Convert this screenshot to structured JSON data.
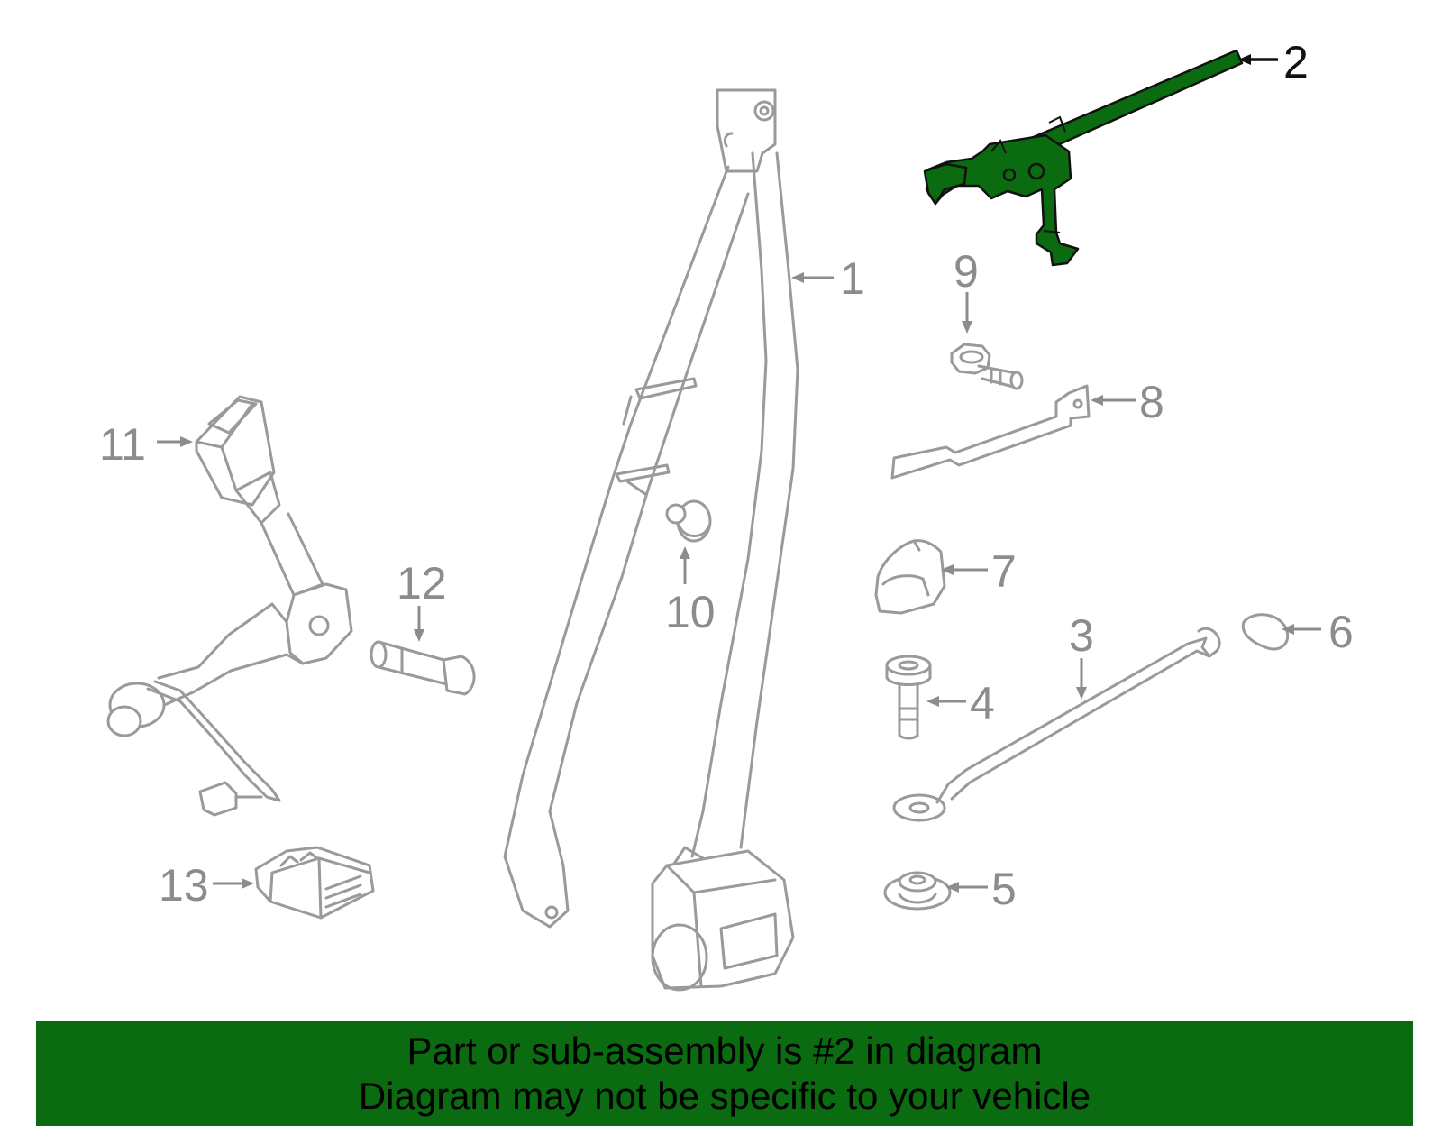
{
  "callouts": [
    {
      "id": "1",
      "label": "1"
    },
    {
      "id": "2",
      "label": "2"
    },
    {
      "id": "3",
      "label": "3"
    },
    {
      "id": "4",
      "label": "4"
    },
    {
      "id": "5",
      "label": "5"
    },
    {
      "id": "6",
      "label": "6"
    },
    {
      "id": "7",
      "label": "7"
    },
    {
      "id": "8",
      "label": "8"
    },
    {
      "id": "9",
      "label": "9"
    },
    {
      "id": "10",
      "label": "10"
    },
    {
      "id": "11",
      "label": "11"
    },
    {
      "id": "12",
      "label": "12"
    },
    {
      "id": "13",
      "label": "13"
    }
  ],
  "highlighted_part": "2",
  "colors": {
    "highlight": "#0b6b10",
    "part_outline": "#9a9a9a",
    "banner": "#0b6b10"
  },
  "banner": {
    "line1": "Part or sub-assembly is #2 in diagram",
    "line2": "Diagram may not be specific to your vehicle"
  }
}
